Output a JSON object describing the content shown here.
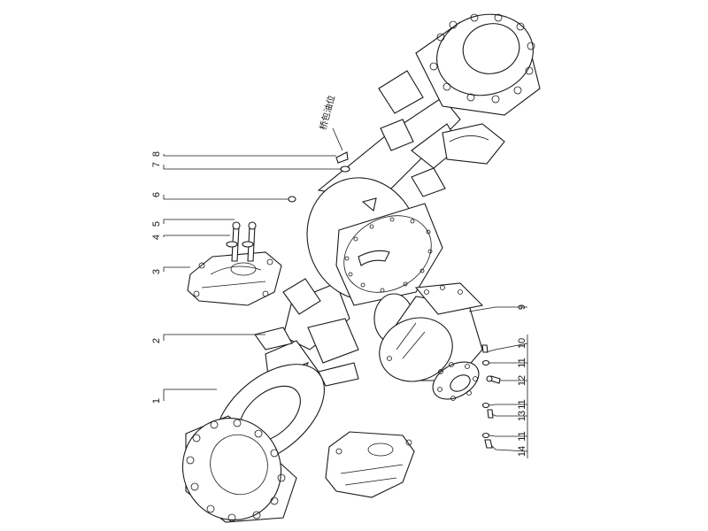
{
  "diagram": {
    "annotation": "桥包油位",
    "callouts": [
      {
        "id": "c1",
        "number": "1"
      },
      {
        "id": "c2",
        "number": "2"
      },
      {
        "id": "c3",
        "number": "3"
      },
      {
        "id": "c4",
        "number": "4"
      },
      {
        "id": "c5",
        "number": "5"
      },
      {
        "id": "c6",
        "number": "6"
      },
      {
        "id": "c7",
        "number": "7"
      },
      {
        "id": "c8",
        "number": "8"
      },
      {
        "id": "c9",
        "number": "9"
      },
      {
        "id": "c10",
        "number": "10"
      },
      {
        "id": "c11a",
        "number": "11"
      },
      {
        "id": "c12",
        "number": "12"
      },
      {
        "id": "c11b",
        "number": "11"
      },
      {
        "id": "c13",
        "number": "13"
      },
      {
        "id": "c11c",
        "number": "11"
      },
      {
        "id": "c14",
        "number": "14"
      }
    ]
  }
}
